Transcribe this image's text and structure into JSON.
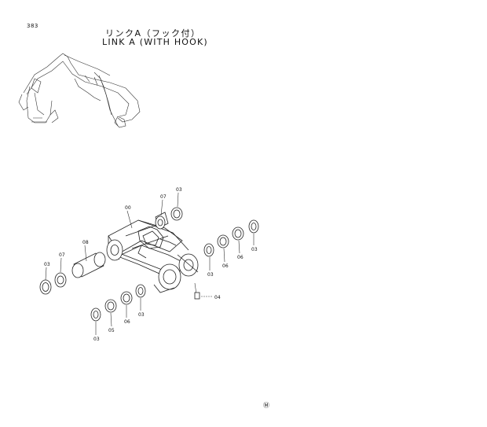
{
  "page_number": "383",
  "title_jp": "リンクA（フック付）",
  "title_en": "LINK A (WITH HOOK)",
  "part_labels": {
    "p00": "00",
    "p07_top": "07",
    "p03_top": "03",
    "p08": "08",
    "p07_left": "07",
    "p03_left": "03",
    "p03_right1": "03",
    "p06_right": "06",
    "p06_right2": "06",
    "p03_right2": "03",
    "p04": "04",
    "p03_bottom": "03",
    "p05_bottom": "05",
    "p06_bottom": "06",
    "p03_bottom2": "03"
  },
  "footer_mark": "Ⓜ"
}
